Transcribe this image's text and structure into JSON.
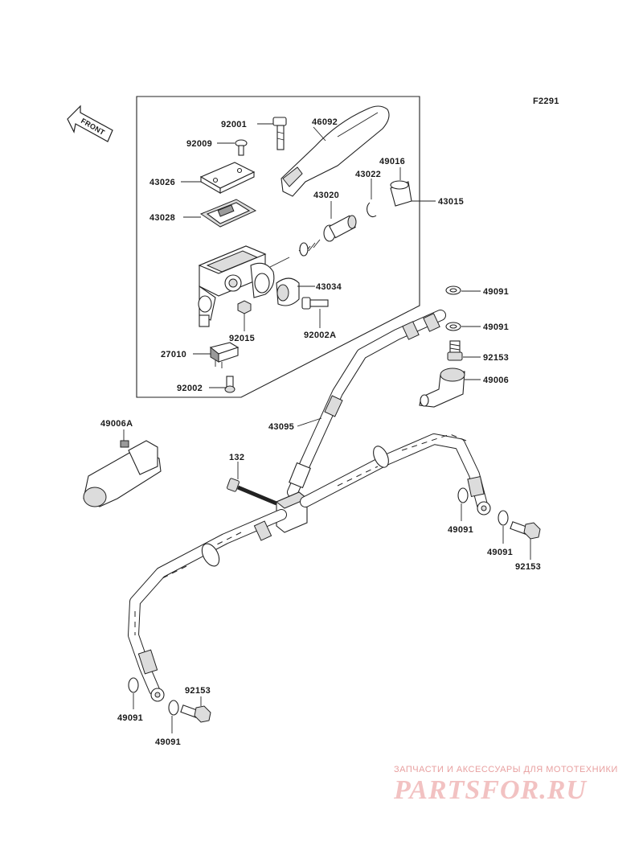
{
  "figure_code": "F2291",
  "front_label": "FRONT",
  "parts": {
    "p92001": "92001",
    "p46092": "46092",
    "p92009": "92009",
    "p49016": "49016",
    "p43026": "43026",
    "p43022": "43022",
    "p43015": "43015",
    "p43020": "43020",
    "p43028": "43028",
    "p43034": "43034",
    "p49091_a": "49091",
    "p49091_b": "49091",
    "p92015": "92015",
    "p92002A": "92002A",
    "p92153_a": "92153",
    "p27010": "27010",
    "p49006": "49006",
    "p92002": "92002",
    "p43095": "43095",
    "p49006A": "49006A",
    "p132": "132",
    "p49091_c": "49091",
    "p49091_d": "49091",
    "p92153_b": "92153",
    "p92153_c": "92153",
    "p49091_e": "49091",
    "p49091_f": "49091"
  },
  "watermark": {
    "tagline": "ЗАПЧАСТИ И АКСЕССУАРЫ ДЛЯ МОТОТЕХНИКИ",
    "logo": "PARTSFOR.RU",
    "color": "#f2c2c2"
  }
}
